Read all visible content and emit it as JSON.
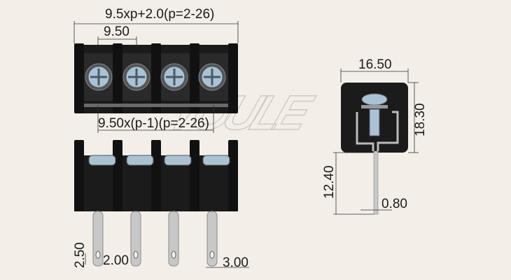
{
  "watermark": "YOULE",
  "top_view": {
    "overall_width_label": "9.5xp+2.0(p=2-26)",
    "pitch_label": "9.50",
    "span_label": "9.50x(p-1)(p=2-26)",
    "positions": 4
  },
  "side_view": {
    "width_label": "16.50",
    "height_label": "18.30",
    "pin_length_label": "12.40",
    "pin_thickness_label": "0.80"
  },
  "front_view": {
    "hole_height_label": "2.50",
    "hole_dia_label": "2.00",
    "pin_width_label": "3.00"
  },
  "colors": {
    "background": "#f3efe8",
    "body": "#1b1b1b",
    "screw": "#a9c3d4",
    "pin": "#c8c8c8"
  }
}
